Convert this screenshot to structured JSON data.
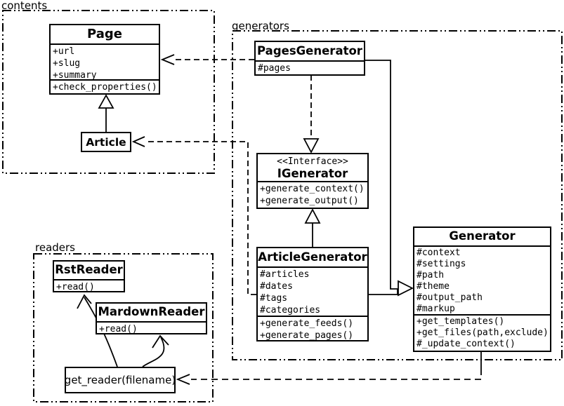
{
  "packages": {
    "contents": {
      "label": "contents"
    },
    "generators": {
      "label": "generators"
    },
    "readers": {
      "label": "readers"
    }
  },
  "classes": {
    "page": {
      "title": "Page",
      "attrs": [
        "+url",
        "+slug",
        "+summary"
      ],
      "methods": [
        "+check_properties()"
      ]
    },
    "article": {
      "title": "Article"
    },
    "pages_generator": {
      "title": "PagesGenerator",
      "attrs": [
        "#pages"
      ]
    },
    "igenerator": {
      "stereotype": "<<Interface>>",
      "title": "IGenerator",
      "methods": [
        "+generate_context()",
        "+generate_output()"
      ]
    },
    "article_generator": {
      "title": "ArticleGenerator",
      "attrs": [
        "#articles",
        "#dates",
        "#tags",
        "#categories"
      ],
      "methods": [
        "+generate_feeds()",
        "+generate_pages()"
      ]
    },
    "generator": {
      "title": "Generator",
      "attrs": [
        "#context",
        "#settings",
        "#path",
        "#theme",
        "#output_path",
        "#markup"
      ],
      "methods": [
        "+get_templates()",
        "+get_files(path,exclude)",
        "#_update_context()"
      ]
    },
    "rst_reader": {
      "title": "RstReader",
      "methods": [
        "+read()"
      ]
    },
    "mardown_reader": {
      "title": "MardownReader",
      "methods": [
        "+read()"
      ]
    },
    "get_reader": {
      "title": "get_reader(filename)"
    }
  },
  "relationships": [
    {
      "type": "generalization",
      "from": "Article",
      "to": "Page"
    },
    {
      "type": "dependency",
      "from": "PagesGenerator",
      "to": "Page"
    },
    {
      "type": "dependency",
      "from": "ArticleGenerator",
      "to": "Article"
    },
    {
      "type": "realization",
      "from": "PagesGenerator",
      "to": "IGenerator"
    },
    {
      "type": "generalization",
      "from": "ArticleGenerator",
      "to": "IGenerator"
    },
    {
      "type": "generalization",
      "from": "PagesGenerator",
      "to": "Generator"
    },
    {
      "type": "generalization",
      "from": "ArticleGenerator",
      "to": "Generator"
    },
    {
      "type": "dependency",
      "from": "Generator",
      "to": "get_reader(filename)"
    },
    {
      "type": "arrow",
      "from": "get_reader(filename)",
      "to": "RstReader"
    },
    {
      "type": "arrow",
      "from": "get_reader(filename)",
      "to": "MardownReader"
    }
  ],
  "colors": {
    "line": "#000000",
    "background": "#ffffff"
  }
}
